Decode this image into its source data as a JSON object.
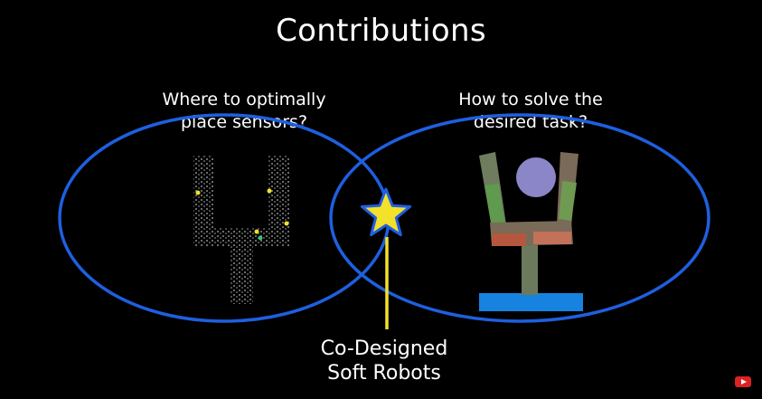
{
  "title": "Contributions",
  "left_question": [
    "Where to optimally",
    "place sensors?"
  ],
  "right_question": [
    "How to solve the",
    "desired task?"
  ],
  "bottom_label": [
    "Co-Designed",
    "Soft Robots"
  ],
  "colors": {
    "background": "#000000",
    "circle_stroke": "#1f5fe0",
    "star_fill": "#f3e12a",
    "star_stroke": "#1f5fe0",
    "connector": "#f3e12a",
    "ball": "#8a86c8",
    "ground": "#1683e0",
    "stem": "#6b7a5c"
  },
  "icons": [
    "star-icon",
    "youtube-icon"
  ]
}
